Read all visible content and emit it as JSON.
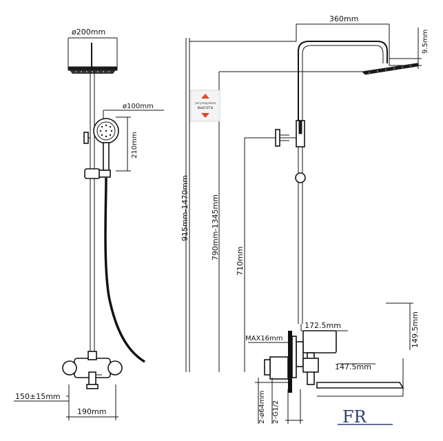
{
  "front_view": {
    "head_diameter": "ø200mm",
    "hand_diameter": "ø100mm",
    "hand_height": "210mm",
    "inlet_spacing": "150±15mm",
    "width": "190mm"
  },
  "side_view": {
    "arm_length": "360mm",
    "head_thickness": "9.5mm",
    "total_height": "915mm-1470mm",
    "pipe_height": "790mm-1345mm",
    "mixer_height": "710mm",
    "max_wall": "MAX16mm",
    "mixer_depth": "172.5mm",
    "mixer_height_top": "149.5mm",
    "spout_length": "147.5mm",
    "flange_dia": "2-ø64mm",
    "thread": "2-G1/2"
  },
  "badge": {
    "top_text": "регулируемая",
    "main_text": "высота"
  },
  "logo": {
    "text": "FR"
  },
  "colors": {
    "line": "#111111",
    "badge_arrow": "#e0472a",
    "logo": "#2a3f6e"
  }
}
